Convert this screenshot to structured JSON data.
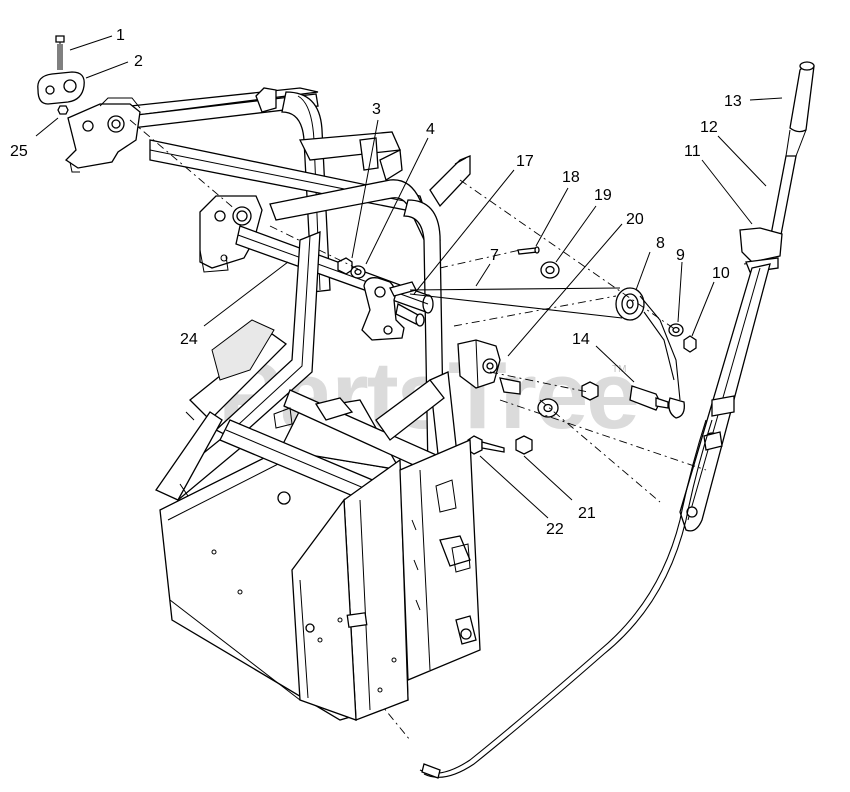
{
  "watermark": "PartsTree",
  "watermark_tm": "TM",
  "callouts": [
    {
      "id": "c1",
      "label": "1"
    },
    {
      "id": "c2",
      "label": "2"
    },
    {
      "id": "c25",
      "label": "25"
    },
    {
      "id": "c3",
      "label": "3"
    },
    {
      "id": "c4",
      "label": "4"
    },
    {
      "id": "c17",
      "label": "17"
    },
    {
      "id": "c18",
      "label": "18"
    },
    {
      "id": "c19",
      "label": "19"
    },
    {
      "id": "c20",
      "label": "20"
    },
    {
      "id": "c7",
      "label": "7"
    },
    {
      "id": "c8",
      "label": "8"
    },
    {
      "id": "c9",
      "label": "9"
    },
    {
      "id": "c10",
      "label": "10"
    },
    {
      "id": "c13",
      "label": "13"
    },
    {
      "id": "c12",
      "label": "12"
    },
    {
      "id": "c11",
      "label": "11"
    },
    {
      "id": "c14",
      "label": "14"
    },
    {
      "id": "c24",
      "label": "24"
    },
    {
      "id": "c21",
      "label": "21"
    },
    {
      "id": "c22",
      "label": "22"
    }
  ]
}
